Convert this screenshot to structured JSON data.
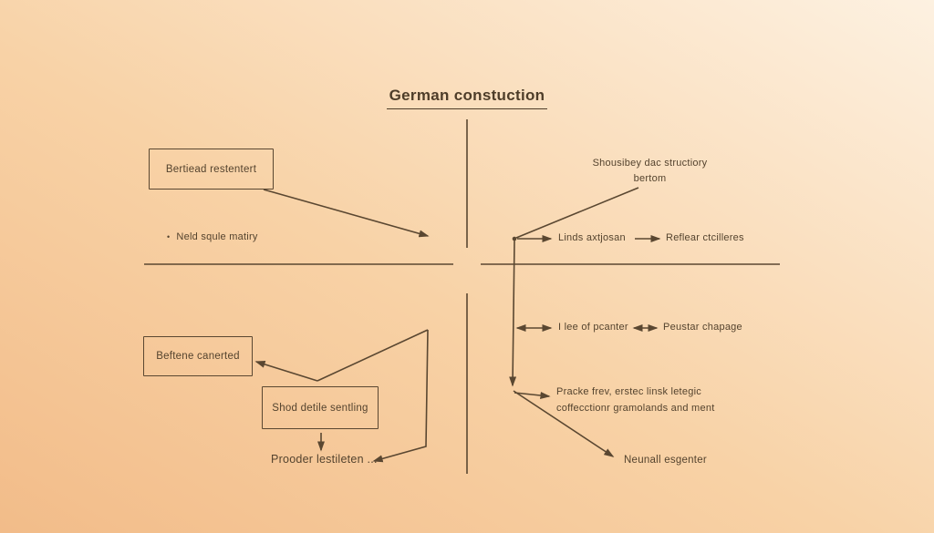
{
  "colors": {
    "ink": "#5a4731",
    "bg_top_right": "#fdf1e1",
    "bg_mid": "#f8d2a6",
    "bg_bottom_left": "#f2bc89"
  },
  "title": {
    "text": "German constuction"
  },
  "top_left": {
    "box": "Bertiead restentert",
    "bullet": "•",
    "bullet_text": "Neld squle matiry"
  },
  "top_right": {
    "heading_line1": "Shousibey dac structiory",
    "heading_line2": "bertom",
    "item1": "Linds axtjosan",
    "item2": "Reflear ctcilleres"
  },
  "bottom_left": {
    "box1": "Beftene canerted",
    "box2": "Shod detile sentling",
    "note": "Prooder lestileten ..."
  },
  "bottom_right": {
    "item1": "I lee of pcanter",
    "item2": "Peustar chapage",
    "note_line1": "Pracke frev, erstec linsk letegic",
    "note_line2": "coffecctionr gramolands and ment",
    "terminal": "Neunall esgenter"
  }
}
